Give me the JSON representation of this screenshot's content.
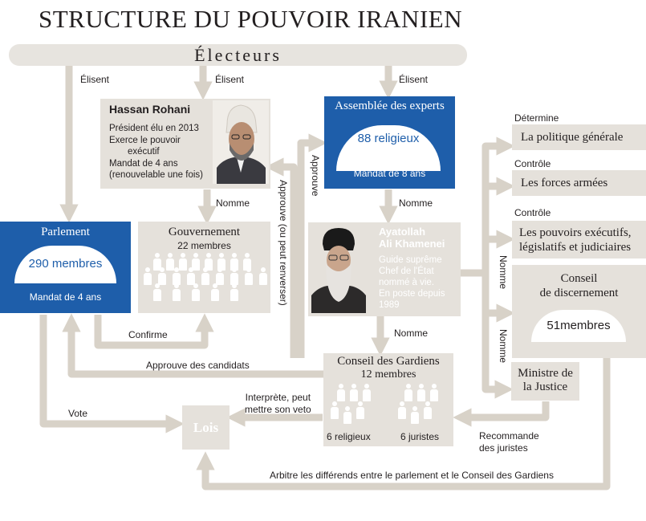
{
  "title": "STRUCTURE DU POUVOIR IRANIEN",
  "electors": {
    "label": "Électeurs"
  },
  "labels": {
    "elisent_1": "Élisent",
    "elisent_2": "Élisent",
    "elisent_3": "Élisent",
    "nomme_gov": "Nomme",
    "nomme_experts": "Nomme",
    "nomme_gardiens": "Nomme",
    "nomme_v1": "Nomme",
    "nomme_v2": "Nomme",
    "approuve_v": "Approuve",
    "approuve_renverser_v": "Approuve (ou peut renverser)",
    "confirme": "Confirme",
    "approuve_candidats": "Approuve des candidats",
    "vote": "Vote",
    "interprete": "Interprète, peut",
    "interprete_2": "mettre son veto",
    "recommande": "Recommande",
    "recommande_2": "des juristes",
    "arbitre": "Arbitre les différends entre le parlement et le Conseil des Gardiens",
    "determine": "Détermine",
    "controle_1": "Contrôle",
    "controle_2": "Contrôle"
  },
  "rohani": {
    "name": "Hassan Rohani",
    "lines": [
      "Président élu en 2013",
      "Exerce le pouvoir",
      "exécutif",
      "Mandat de 4 ans",
      "(renouvelable une fois)"
    ]
  },
  "experts": {
    "title": "Assemblée des experts",
    "count": "88 religieux",
    "mandate": "Mandat de 8 ans"
  },
  "parlement": {
    "title": "Parlement",
    "count": "290 membres",
    "mandate": "Mandat de 4 ans"
  },
  "gouvernement": {
    "title": "Gouvernement",
    "count": "22 membres"
  },
  "khamenei": {
    "name_1": "Ayatollah",
    "name_2": "Ali Khamenei",
    "lines": [
      "Guide suprême",
      "Chef de l'État",
      "nommé à vie.",
      "En poste depuis",
      "1989"
    ]
  },
  "gardiens": {
    "title": "Conseil des Gardiens",
    "count": "12 membres",
    "religieux": "6 religieux",
    "juristes": "6 juristes"
  },
  "lois": {
    "label": "Lois"
  },
  "right_boxes": {
    "politique": "La politique générale",
    "forces": "Les forces armées",
    "pouvoirs_1": "Les pouvoirs exécutifs,",
    "pouvoirs_2": "législatifs et judiciaires"
  },
  "discernement": {
    "title_1": "Conseil",
    "title_2": "de discernement",
    "count": "51membres"
  },
  "ministre": {
    "line_1": "Ministre de",
    "line_2": "la Justice"
  },
  "colors": {
    "blue": "#1e5eaa",
    "tan": "#e5e1db",
    "arrow": "#d8d2c8",
    "text": "#231f20"
  }
}
